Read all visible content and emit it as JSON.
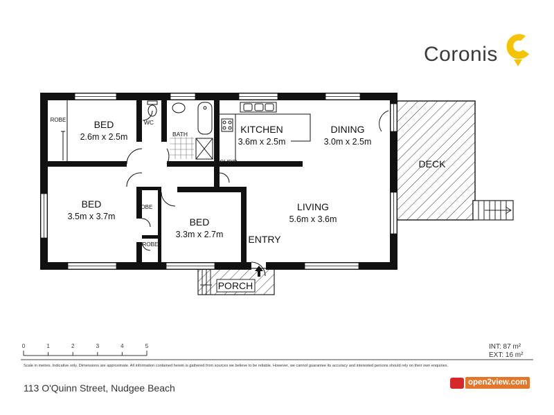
{
  "brand": {
    "name": "Coronis",
    "logo_color": "#f5c400"
  },
  "rooms": {
    "bed1": {
      "name": "BED",
      "dims": "2.6m x 2.5m"
    },
    "bed2": {
      "name": "BED",
      "dims": "3.5m x 3.7m"
    },
    "bed3": {
      "name": "BED",
      "dims": "3.3m x 2.7m"
    },
    "kitchen": {
      "name": "KITCHEN",
      "dims": "3.6m x 2.5m"
    },
    "dining": {
      "name": "DINING",
      "dims": "3.0m x 2.5m"
    },
    "living": {
      "name": "LIVING",
      "dims": "5.6m x 3.6m"
    }
  },
  "labels": {
    "robe_top": "ROBE",
    "robe_mid": "ROBE",
    "robe_low": "ROBE",
    "wc": "WC",
    "bath": "BATH",
    "cupd": "CUP'D",
    "deck": "DECK",
    "entry": "ENTRY",
    "porch": "PORCH"
  },
  "scale": {
    "ticks": [
      "0",
      "1",
      "2",
      "3",
      "4",
      "5"
    ]
  },
  "area": {
    "internal": "INT: 87 m²",
    "external": "EXT: 16 m²"
  },
  "disclaimer": "Scale in metres. Indicative only. Dimensions are approximate. All information contained herein is gathered from sources we believe to be reliable. However, we cannot guarantee its accuracy and interested persons should rely on their own enquiries.",
  "address": "113 O'Quinn Street, Nudgee Beach",
  "partner": {
    "name": "open2view.com",
    "color": "#e2762a"
  }
}
